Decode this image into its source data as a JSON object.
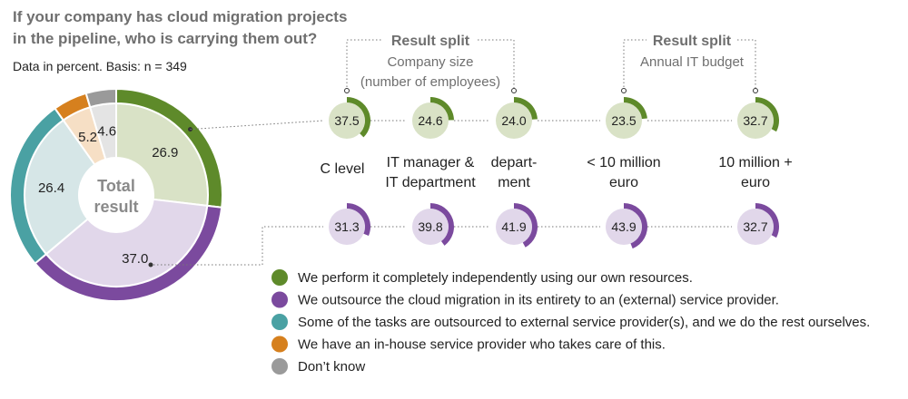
{
  "header": {
    "title_line1": "If your company has cloud migration projects",
    "title_line2": "in the pipeline, who is carrying them out?",
    "basis": "Data in percent. Basis: n = 349"
  },
  "splits": [
    {
      "title": "Result split",
      "subtitle_line1": "Company size",
      "subtitle_line2": "(number of employees)"
    },
    {
      "title": "Result split",
      "subtitle_line1": "Annual IT budget",
      "subtitle_line2": ""
    }
  ],
  "donut_center_line1": "Total",
  "donut_center_line2": "result",
  "colors": {
    "own": "#5e8a2a",
    "outsource_all": "#7b4a9e",
    "partial": "#4aa1a3",
    "inhouse": "#d6801e",
    "dontknow": "#9a9a9a",
    "own_light": "#d9e2c6",
    "outsource_light": "#e1d7ea",
    "partial_light": "#d6e6e7",
    "inhouse_light": "#f6dfc5",
    "dontknow_light": "#e4e4e4",
    "connector": "#777777"
  },
  "chart_data": [
    {
      "type": "pie",
      "title": "",
      "categories": [
        "We perform it completely independently using our own resources.",
        "We outsource the cloud migration in its entirety to an (external) service provider.",
        "Some of the tasks are outsourced to external service provider(s), and we do the rest ourselves.",
        "We have an in-house service provider who takes care of this.",
        "Don’t know"
      ],
      "values": [
        26.9,
        37.0,
        26.4,
        5.2,
        4.6
      ]
    },
    {
      "type": "bar",
      "title": "",
      "categories": [
        "C level",
        "IT manager & IT department",
        "depart- ment",
        "< 10 million euro",
        "10 million + euro"
      ],
      "category_lines": [
        [
          "C level",
          ""
        ],
        [
          "IT manager &",
          "IT department"
        ],
        [
          "depart-",
          "ment"
        ],
        [
          "< 10 million",
          "euro"
        ],
        [
          "10 million +",
          "euro"
        ]
      ],
      "series": [
        {
          "name": "We perform it completely independently using our own resources.",
          "values": [
            37.5,
            24.6,
            24.0,
            23.5,
            32.7
          ]
        },
        {
          "name": "We outsource the cloud migration in its entirety to an (external) service provider.",
          "values": [
            31.3,
            39.8,
            41.9,
            43.9,
            32.7
          ]
        }
      ]
    }
  ]
}
